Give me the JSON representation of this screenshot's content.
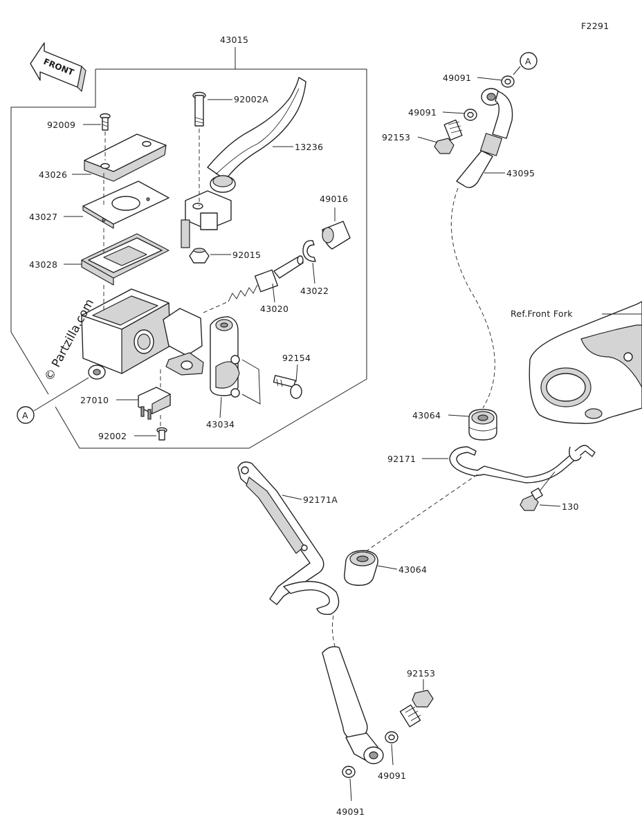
{
  "figure_code": "F2291",
  "front_arrow_text": "FRONT",
  "watermark": "© Partzilla.com",
  "ref_label": "Ref.Front Fork",
  "callout": "A",
  "labels": [
    {
      "id": "43015",
      "text": "43015"
    },
    {
      "id": "92002A",
      "text": "92002A"
    },
    {
      "id": "13236",
      "text": "13236"
    },
    {
      "id": "92009",
      "text": "92009"
    },
    {
      "id": "43026",
      "text": "43026"
    },
    {
      "id": "43027",
      "text": "43027"
    },
    {
      "id": "43028",
      "text": "43028"
    },
    {
      "id": "49016",
      "text": "49016"
    },
    {
      "id": "92015",
      "text": "92015"
    },
    {
      "id": "43022",
      "text": "43022"
    },
    {
      "id": "43020",
      "text": "43020"
    },
    {
      "id": "92154",
      "text": "92154"
    },
    {
      "id": "27010",
      "text": "27010"
    },
    {
      "id": "43034",
      "text": "43034"
    },
    {
      "id": "92002",
      "text": "92002"
    },
    {
      "id": "49091a",
      "text": "49091"
    },
    {
      "id": "49091b",
      "text": "49091"
    },
    {
      "id": "92153a",
      "text": "92153"
    },
    {
      "id": "43095",
      "text": "43095"
    },
    {
      "id": "43064a",
      "text": "43064"
    },
    {
      "id": "92171",
      "text": "92171"
    },
    {
      "id": "130",
      "text": "130"
    },
    {
      "id": "92171A",
      "text": "92171A"
    },
    {
      "id": "43064b",
      "text": "43064"
    },
    {
      "id": "92153b",
      "text": "92153"
    },
    {
      "id": "49091c",
      "text": "49091"
    },
    {
      "id": "49091d",
      "text": "49091"
    }
  ]
}
